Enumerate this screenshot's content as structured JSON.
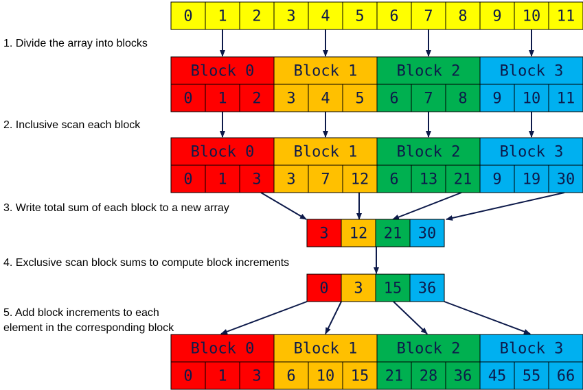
{
  "colors": {
    "yellow": "#ffff00",
    "red": "#ff0000",
    "orange": "#ffc000",
    "green": "#00b050",
    "blue": "#00b0f0",
    "text": "#0d1a4a",
    "arrow": "#0d1a4a",
    "border": "#000000"
  },
  "steps": [
    "1. Divide the array into blocks",
    "2. Inclusive scan each block",
    "3. Write total sum of each block to a new array",
    "4. Exclusive scan block sums to compute block increments",
    "5. Add block increments to each",
    "element in the corresponding block"
  ],
  "input_array": [
    "0",
    "1",
    "2",
    "3",
    "4",
    "5",
    "6",
    "7",
    "8",
    "9",
    "10",
    "11"
  ],
  "block_labels": [
    "Block 0",
    "Block 1",
    "Block 2",
    "Block 3"
  ],
  "divided_values": [
    "0",
    "1",
    "2",
    "3",
    "4",
    "5",
    "6",
    "7",
    "8",
    "9",
    "10",
    "11"
  ],
  "scanned_values": [
    "0",
    "1",
    "3",
    "3",
    "7",
    "12",
    "6",
    "13",
    "21",
    "9",
    "19",
    "30"
  ],
  "block_sums": [
    "3",
    "12",
    "21",
    "30"
  ],
  "block_increments": [
    "0",
    "3",
    "15",
    "36"
  ],
  "final_values": [
    "0",
    "1",
    "3",
    "6",
    "10",
    "15",
    "21",
    "28",
    "36",
    "45",
    "55",
    "66"
  ]
}
